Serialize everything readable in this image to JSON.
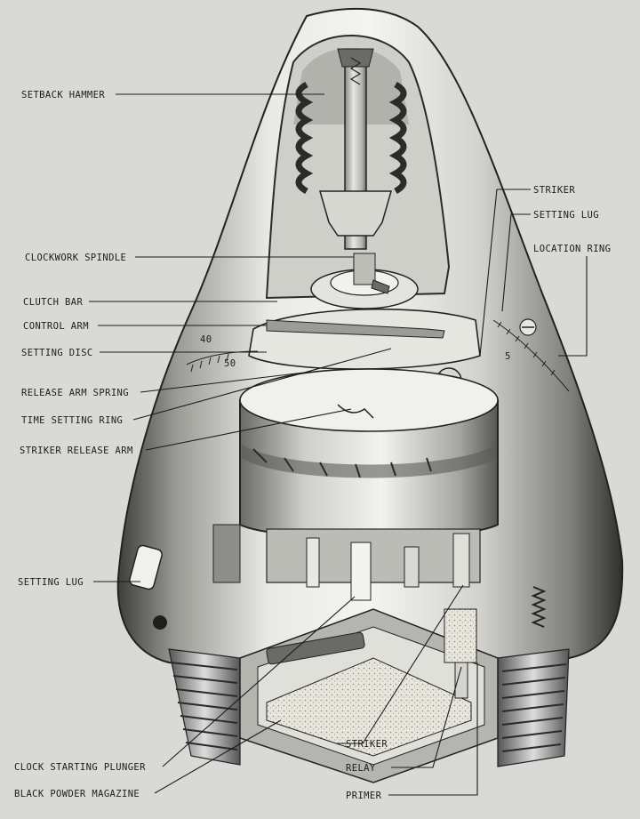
{
  "labels": {
    "setback_hammer": "SETBACK HAMMER",
    "clockwork_spindle": "CLOCKWORK SPINDLE",
    "clutch_bar": "CLUTCH BAR",
    "control_arm": "CONTROL ARM",
    "setting_disc": "SETTING DISC",
    "release_arm_spring": "RELEASE ARM SPRING",
    "time_setting_ring": "TIME SETTING RING",
    "striker_release_arm": "STRIKER RELEASE ARM",
    "setting_lug_left": "SETTING LUG",
    "clock_starting_plunger": "CLOCK STARTING PLUNGER",
    "black_powder_magazine": "BLACK POWDER MAGAZINE",
    "striker_top": "STRIKER",
    "setting_lug_right": "SETTING LUG",
    "location_ring": "LOCATION RING",
    "striker_bottom": "STRIKER",
    "relay": "RELAY",
    "primer": "PRIMER"
  },
  "scale_marks": {
    "left_number": "50",
    "left_edge": "40",
    "right_number": "5"
  },
  "colors": {
    "paper": "#d9d9d5",
    "metal_light": "#ecece8",
    "metal_mid": "#b9b9b4",
    "metal_dark": "#4a4a48",
    "ink": "#1c1c1c"
  }
}
